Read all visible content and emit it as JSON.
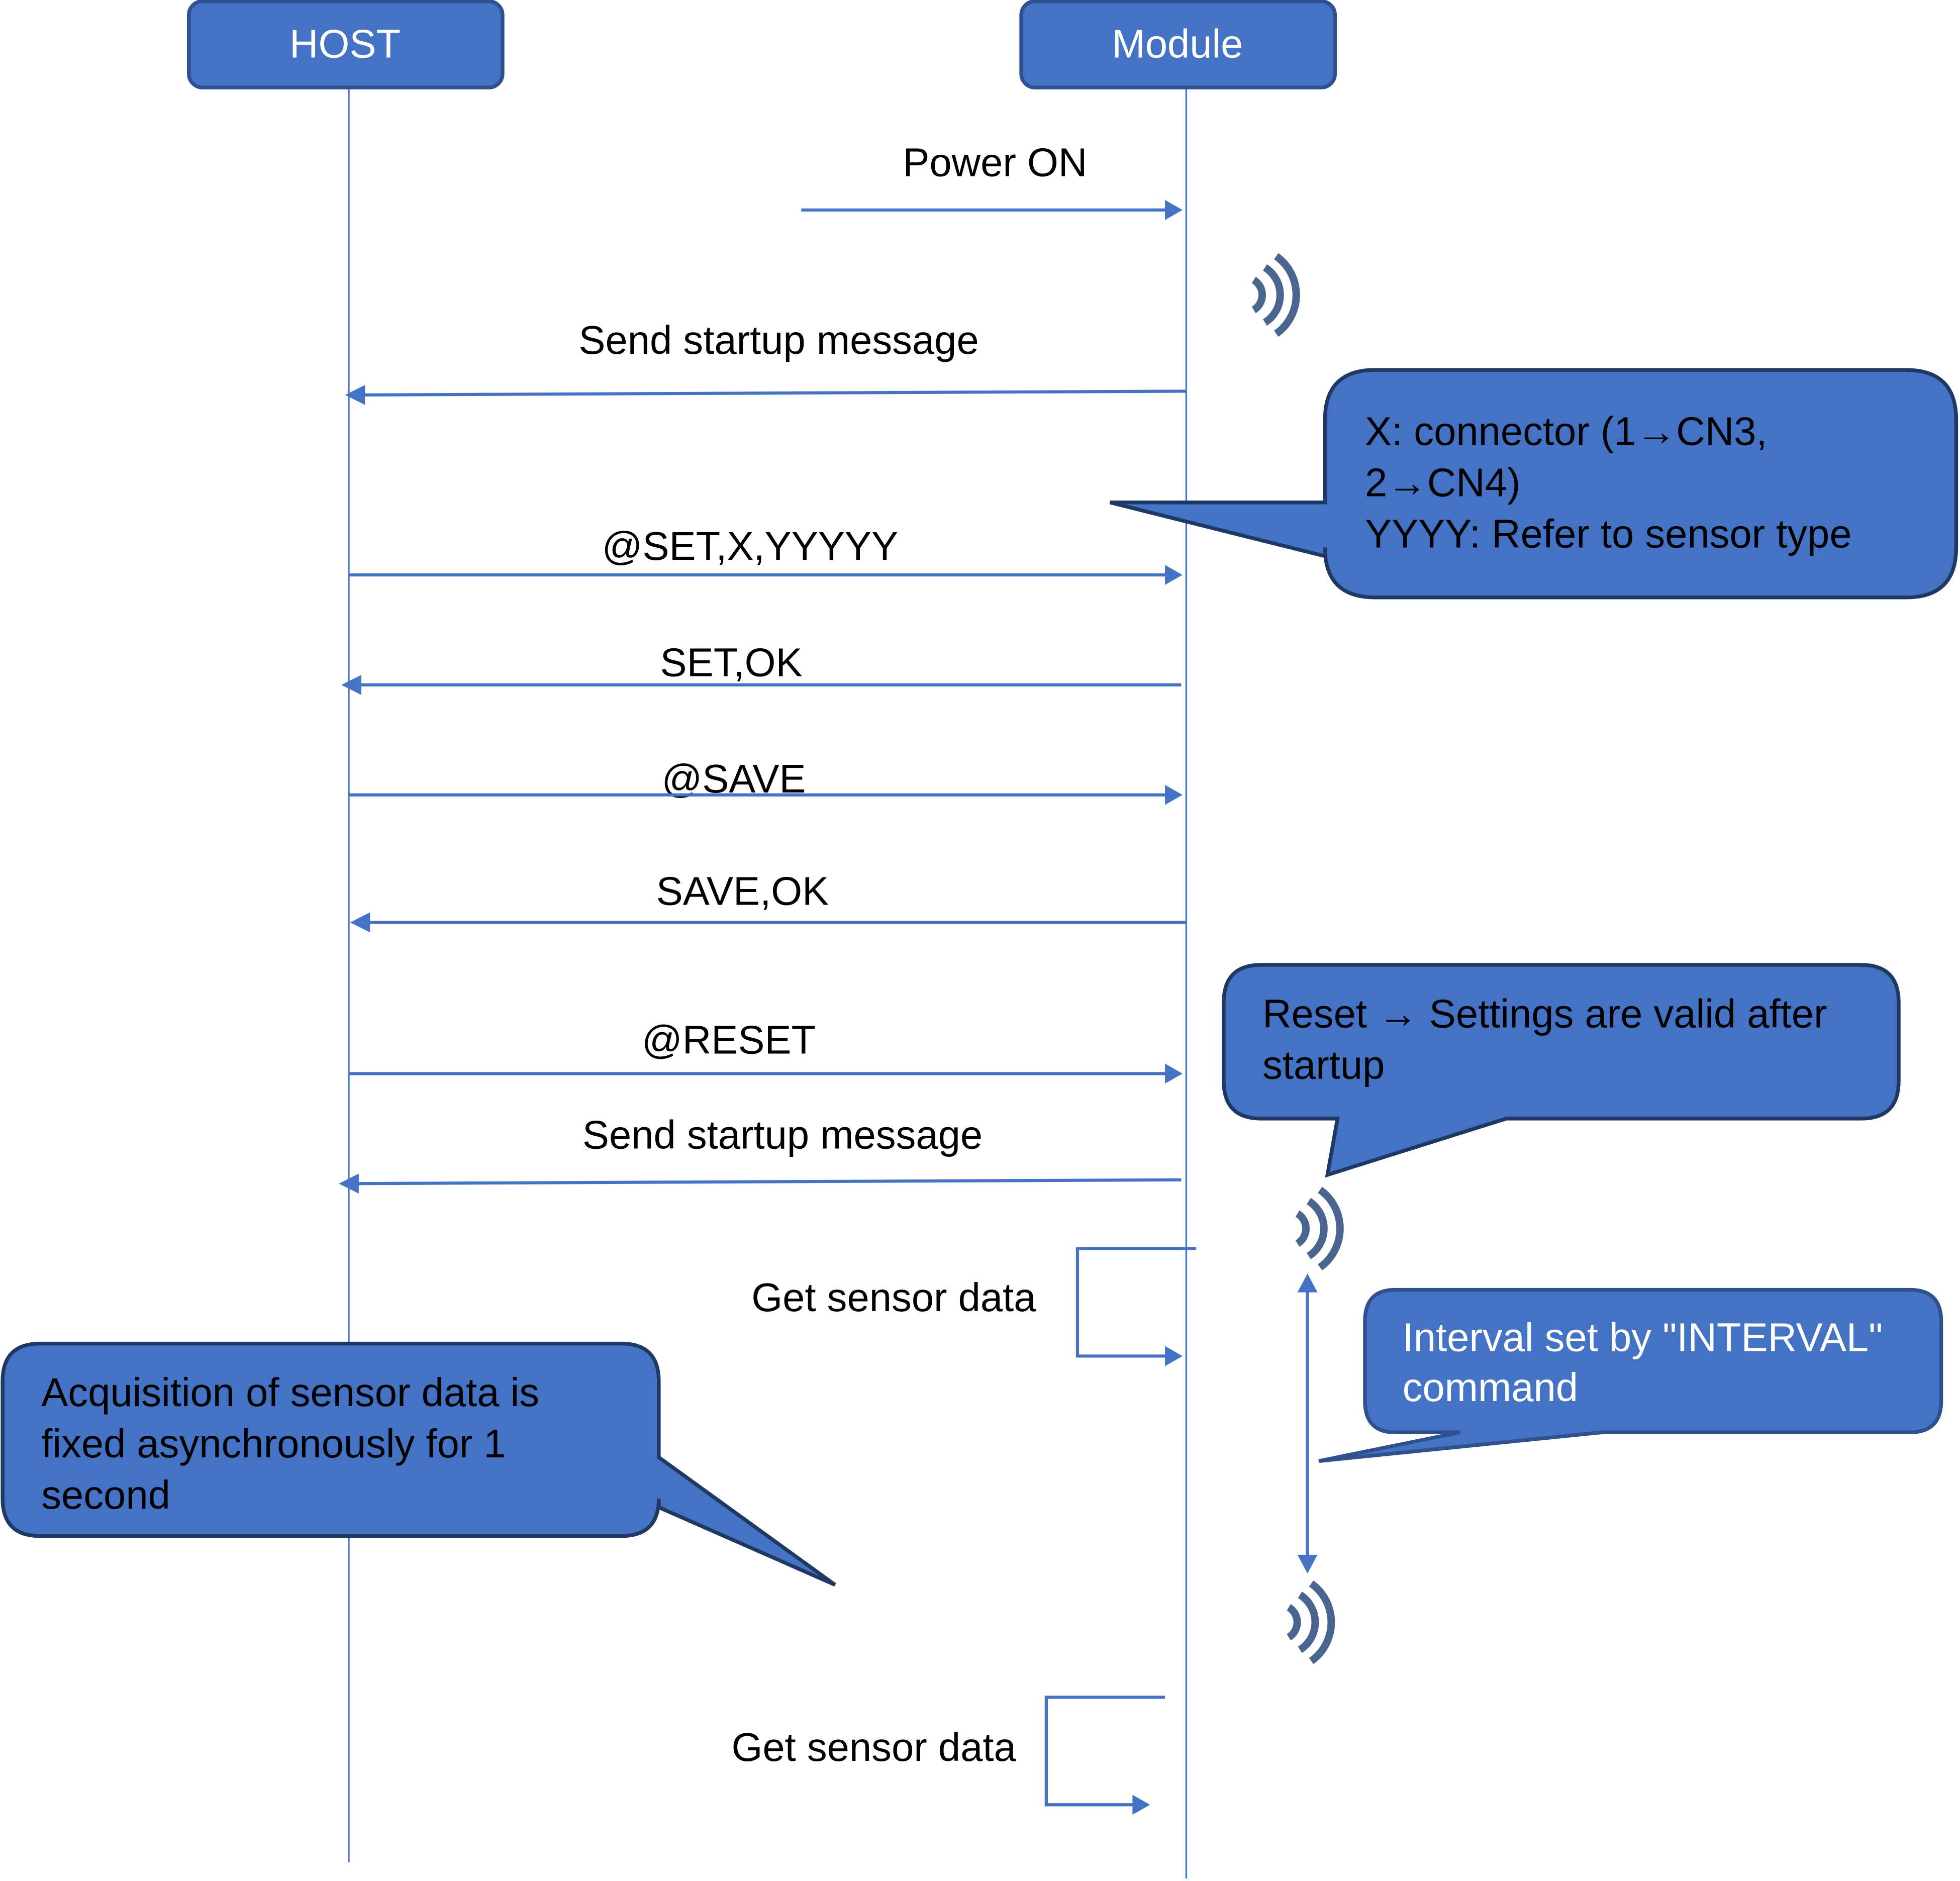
{
  "participants": {
    "host": "HOST",
    "module": "Module"
  },
  "messages": [
    {
      "label": "Power ON",
      "from": "external",
      "to": "Module"
    },
    {
      "label": "Send startup message",
      "from": "Module",
      "to": "HOST"
    },
    {
      "label": "@SET,X,YYYYY",
      "from": "HOST",
      "to": "Module"
    },
    {
      "label": "SET,OK",
      "from": "Module",
      "to": "HOST"
    },
    {
      "label": "@SAVE",
      "from": "HOST",
      "to": "Module"
    },
    {
      "label": "SAVE,OK",
      "from": "Module",
      "to": "HOST"
    },
    {
      "label": "@RESET",
      "from": "HOST",
      "to": "Module"
    },
    {
      "label": "Send startup message",
      "from": "Module",
      "to": "HOST"
    },
    {
      "label": "Get sensor data",
      "from": "Module",
      "to": "Module"
    },
    {
      "label": "Get sensor data",
      "from": "Module",
      "to": "Module"
    }
  ],
  "callouts": {
    "set_params": {
      "lines": [
        "X: connector (1→CN3,",
        "2→CN4)",
        "YYYY: Refer to sensor type"
      ]
    },
    "reset_note": {
      "lines": [
        "Reset → Settings are valid after",
        "startup"
      ]
    },
    "interval_note": {
      "lines": [
        "Interval set by \"INTERVAL\"",
        "command"
      ]
    },
    "acquisition_note": {
      "lines": [
        "Acquisition of sensor data is",
        "fixed asynchronously for 1",
        "second"
      ]
    }
  },
  "icons": [
    "wireless-signal-icon",
    "wireless-signal-icon",
    "wireless-signal-icon"
  ],
  "colors": {
    "accent": "#4472c4",
    "box_border": "#2f528f",
    "callout_border": "#203864",
    "icon": "#4a6590"
  }
}
